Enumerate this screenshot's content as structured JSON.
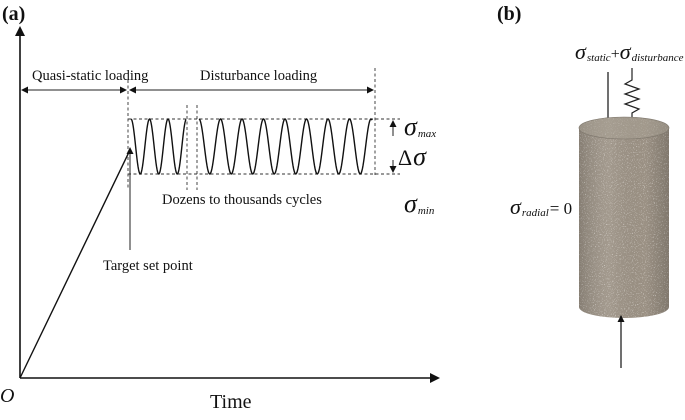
{
  "panel_a": {
    "label": "(a)",
    "origin_label": "O",
    "x_axis_label": "Time",
    "phase_quasi_static": "Quasi-static loading",
    "phase_disturbance": "Disturbance loading",
    "cycles_label": "Dozens to thousands cycles",
    "target_label": "Target set point",
    "sigma_max_sub": "max",
    "sigma_min_sub": "min",
    "delta_label": "Δ"
  },
  "panel_b": {
    "label": "(b)",
    "top_load_sub1": "static",
    "top_load_plus": "+",
    "top_load_sub2": "disturbance",
    "radial_sub": "radial",
    "radial_value": "= 0"
  },
  "glyphs": {
    "sigma": "σ"
  },
  "colors": {
    "line": "#111111",
    "specimen_base": "#9b9184"
  }
}
